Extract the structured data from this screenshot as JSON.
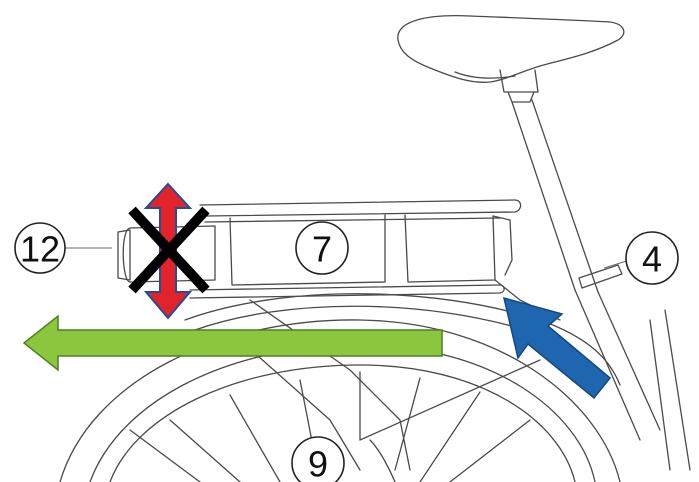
{
  "callouts": {
    "battery": "12",
    "rack_bag": "7",
    "seat_post": "4",
    "rear_wheel": "9"
  },
  "colors": {
    "red_arrow": "#e3232b",
    "green_arrow": "#8cc63e",
    "blue_arrow": "#1f66b1",
    "cross": "#000000",
    "line_art": "#4a4a4a"
  },
  "icons": {
    "red_arrow": "double-headed-vertical-arrow-icon",
    "cross": "cross-mark-icon",
    "green_arrow": "left-arrow-icon",
    "blue_arrow": "diagonal-arrow-icon"
  }
}
